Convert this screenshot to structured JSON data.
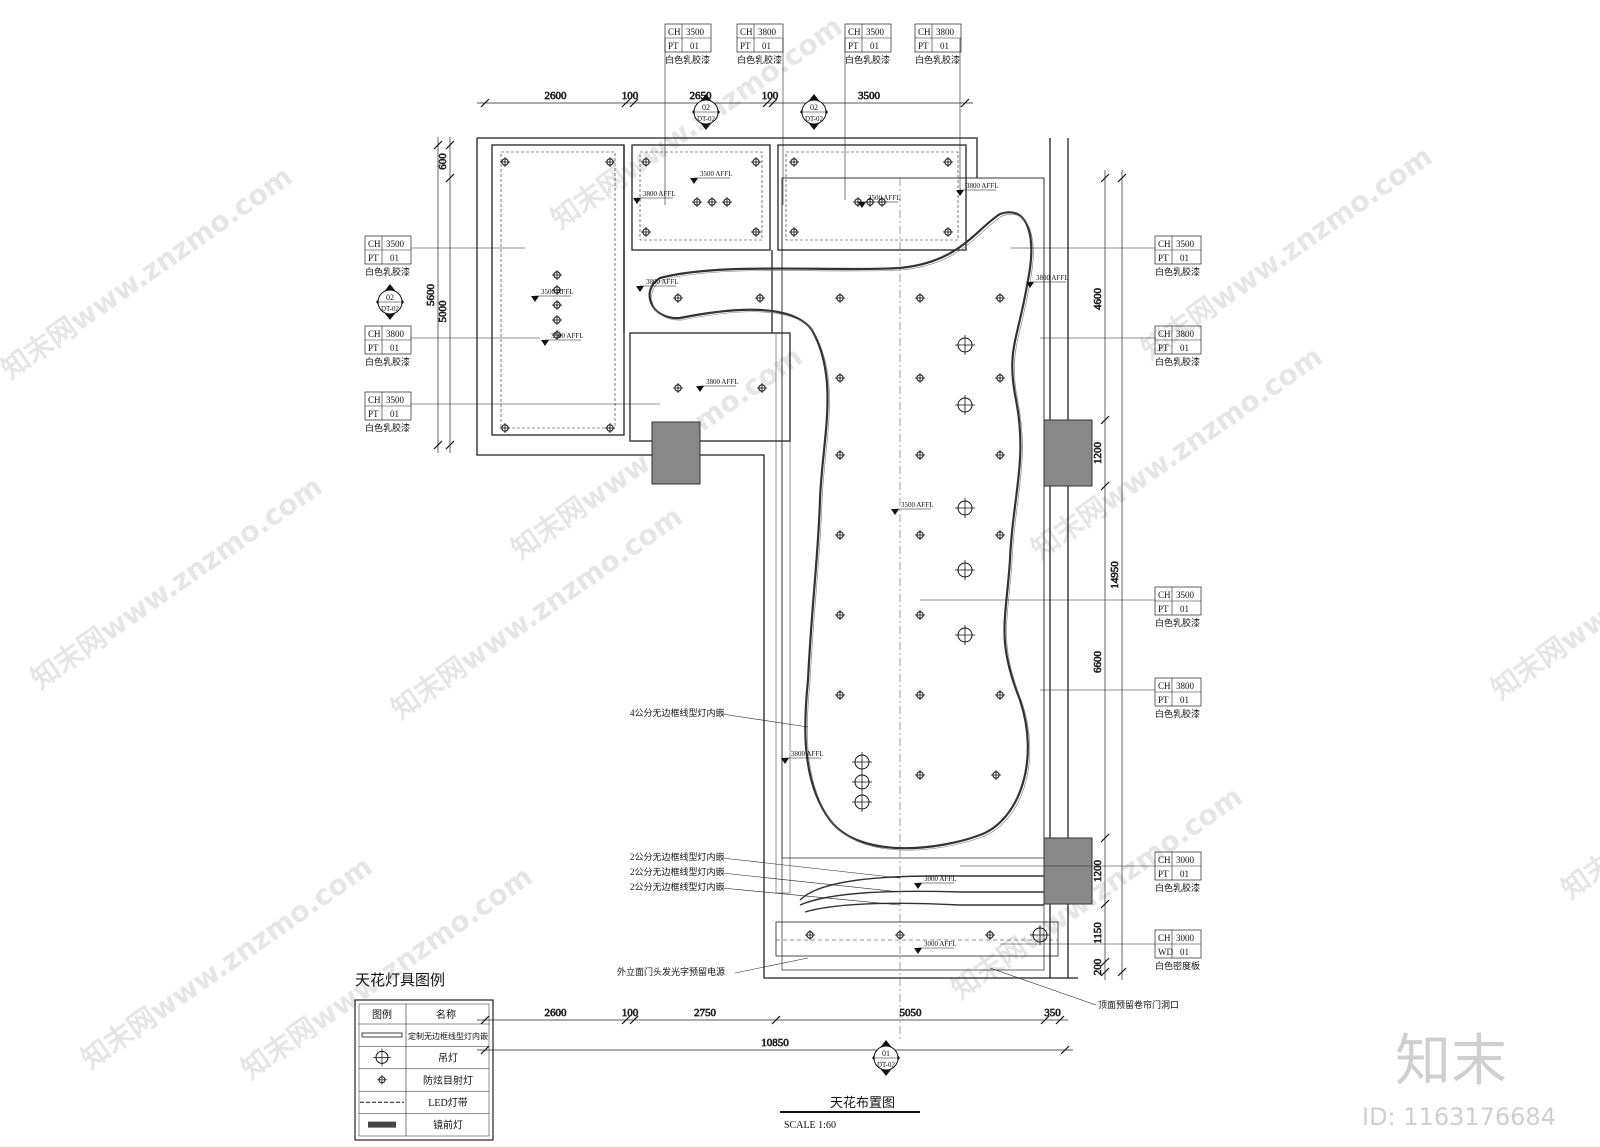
{
  "watermarks": [
    "知末网www.znzmo.com"
  ],
  "brand": {
    "logo_text": "知末",
    "id_text": "ID: 1163176684"
  },
  "drawing": {
    "title": "天花布置图",
    "scale": "SCALE 1:60",
    "section_marks": [
      {
        "num": "02",
        "ref": "DT-02"
      },
      {
        "num": "02",
        "ref": "DT-02"
      },
      {
        "num": "02",
        "ref": "DT-02"
      },
      {
        "num": "01",
        "ref": "DT-02"
      }
    ]
  },
  "dimensions": {
    "top": [
      "2600",
      "100",
      "2650",
      "100",
      "3500"
    ],
    "bottom": [
      "2600",
      "100",
      "2750",
      "5050",
      "350"
    ],
    "bottom_total": "10850",
    "left": [
      "600",
      "5600",
      "5000"
    ],
    "right": [
      "4600",
      "1200",
      "14950",
      "6600",
      "1200",
      "1150",
      "200"
    ]
  },
  "finish_tags": [
    {
      "ch": "CH",
      "ch_val": "3500",
      "pt": "PT",
      "pt_val": "01",
      "label": "白色乳胶漆"
    },
    {
      "ch": "CH",
      "ch_val": "3800",
      "pt": "PT",
      "pt_val": "01",
      "label": "白色乳胶漆"
    },
    {
      "ch": "CH",
      "ch_val": "3500",
      "pt": "PT",
      "pt_val": "01",
      "label": "白色乳胶漆"
    },
    {
      "ch": "CH",
      "ch_val": "3800",
      "pt": "PT",
      "pt_val": "01",
      "label": "白色乳胶漆"
    },
    {
      "ch": "CH",
      "ch_val": "3500",
      "pt": "PT",
      "pt_val": "01",
      "label": "白色乳胶漆"
    },
    {
      "ch": "CH",
      "ch_val": "3800",
      "pt": "PT",
      "pt_val": "01",
      "label": "白色乳胶漆"
    },
    {
      "ch": "CH",
      "ch_val": "3500",
      "pt": "PT",
      "pt_val": "01",
      "label": "白色乳胶漆"
    },
    {
      "ch": "CH",
      "ch_val": "3500",
      "pt": "PT",
      "pt_val": "01",
      "label": "白色乳胶漆"
    },
    {
      "ch": "CH",
      "ch_val": "3800",
      "pt": "PT",
      "pt_val": "01",
      "label": "白色乳胶漆"
    },
    {
      "ch": "CH",
      "ch_val": "3500",
      "pt": "PT",
      "pt_val": "01",
      "label": "白色乳胶漆"
    },
    {
      "ch": "CH",
      "ch_val": "3800",
      "pt": "PT",
      "pt_val": "01",
      "label": "白色乳胶漆"
    },
    {
      "ch": "CH",
      "ch_val": "3000",
      "pt": "PT",
      "pt_val": "01",
      "label": "白色乳胶漆"
    },
    {
      "ch": "CH",
      "ch_val": "3000",
      "pt": "WD",
      "pt_val": "01",
      "label": "白色密度板"
    }
  ],
  "level_marks": [
    "3500 AFFL",
    "3800 AFFL",
    "3500 AFFL",
    "3800 AFFL",
    "3800 AFFL",
    "3500 AFFL",
    "3800 AFFL",
    "3500 AFFL",
    "3800 AFFL",
    "3500 AFFL",
    "3800 AFFL",
    "3000 AFFL",
    "3000 AFFL"
  ],
  "annotations": {
    "strip_4cm": "4公分无边框线型灯内嵌",
    "strip_2cm_1": "2公分无边框线型灯内嵌",
    "strip_2cm_2": "2公分无边框线型灯内嵌",
    "strip_2cm_3": "2公分无边框线型灯内嵌",
    "facade_power": "外立面门头发光字预留电源",
    "shutter": "顶面预留卷帘门洞口"
  },
  "legend": {
    "title": "天花灯具图例",
    "col_symbol": "图例",
    "col_name": "名称",
    "rows": [
      {
        "symbol": "linear-light-icon",
        "name": "定制无边框线型灯内嵌"
      },
      {
        "symbol": "pendant-light-icon",
        "name": "吊灯"
      },
      {
        "symbol": "spotlight-icon",
        "name": "防炫目射灯"
      },
      {
        "symbol": "led-strip-icon",
        "name": "LED灯带"
      },
      {
        "symbol": "mirror-light-icon",
        "name": "镜前灯"
      }
    ]
  }
}
